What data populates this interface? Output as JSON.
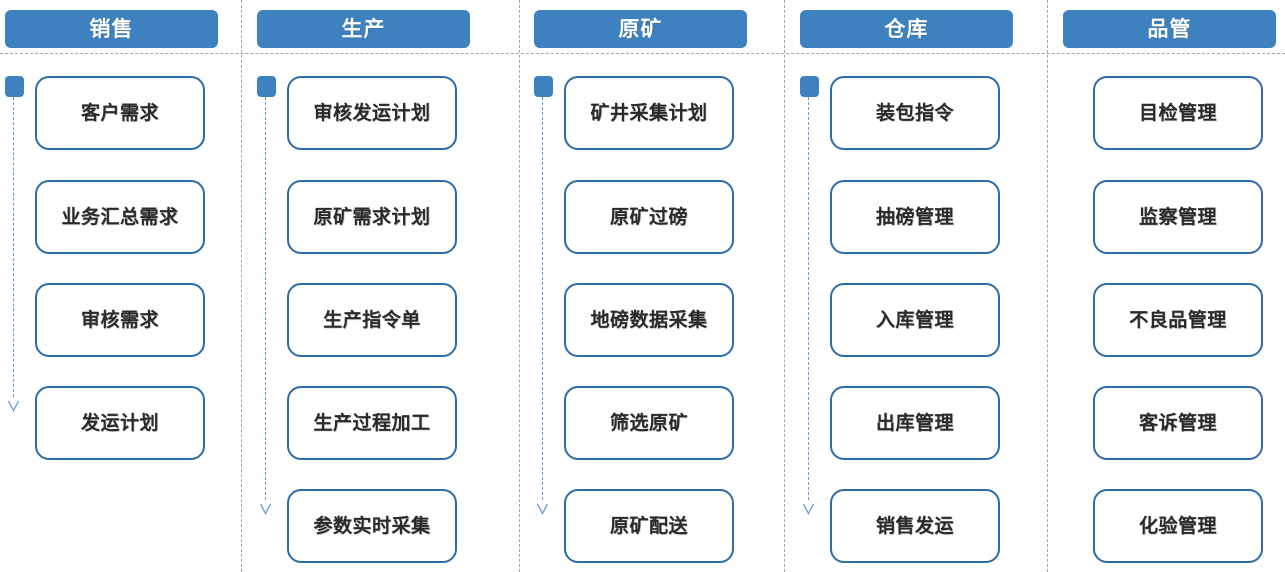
{
  "diagram": {
    "title_bar_color": "#3d82bf",
    "box_border_color": "#2e6ca8",
    "flow_line_color": "#6c9bd2",
    "divider_color": "#a6a6a6",
    "columns": [
      {
        "header": "销售",
        "has_flow_arrow": true,
        "steps": [
          "客户需求",
          "业务汇总需求",
          "审核需求",
          "发运计划"
        ]
      },
      {
        "header": "生产",
        "has_flow_arrow": true,
        "steps": [
          "审核发运计划",
          "原矿需求计划",
          "生产指令单",
          "生产过程加工",
          "参数实时采集"
        ]
      },
      {
        "header": "原矿",
        "has_flow_arrow": true,
        "steps": [
          "矿井采集计划",
          "原矿过磅",
          "地磅数据采集",
          "筛选原矿",
          "原矿配送"
        ]
      },
      {
        "header": "仓库",
        "has_flow_arrow": true,
        "steps": [
          "装包指令",
          "抽磅管理",
          "入库管理",
          "出库管理",
          "销售发运"
        ]
      },
      {
        "header": "品管",
        "has_flow_arrow": false,
        "steps": [
          "目检管理",
          "监察管理",
          "不良品管理",
          "客诉管理",
          "化验管理"
        ]
      }
    ]
  }
}
